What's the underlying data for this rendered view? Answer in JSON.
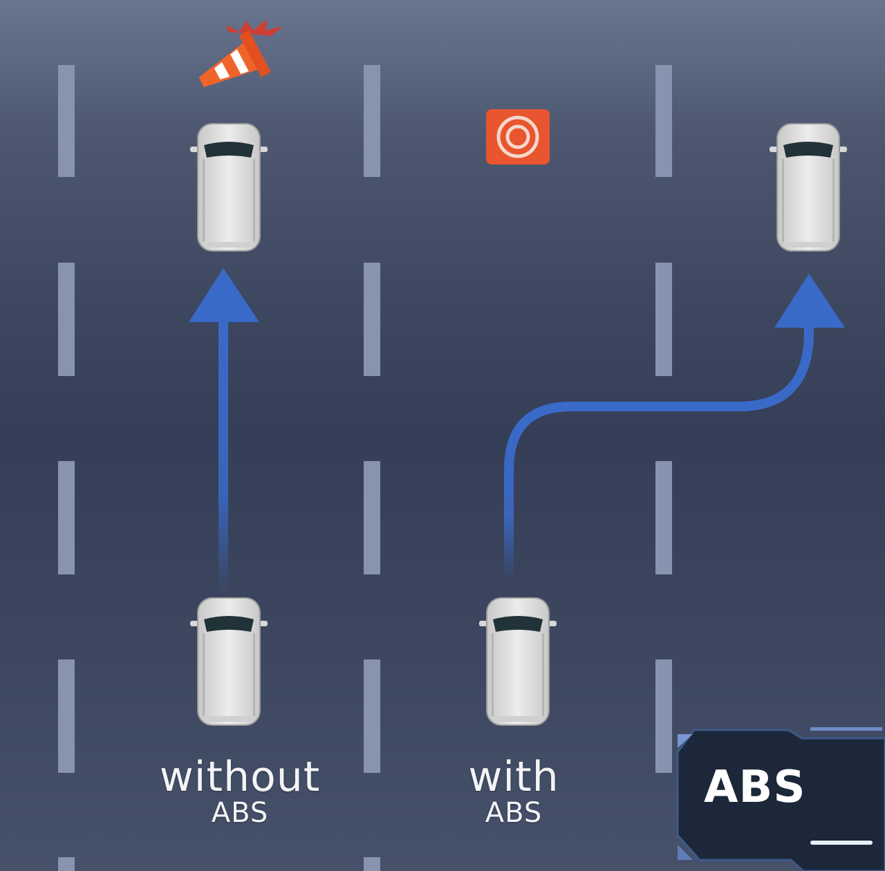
{
  "labels": {
    "without_line1": "without",
    "without_line2": "ABS",
    "with_line1": "with",
    "with_line2": "ABS"
  },
  "badge": {
    "text": "ABS"
  },
  "colors": {
    "arrow": "#3a6ac8",
    "lane_marking": "#8893b0",
    "cone_orange": "#f0642a",
    "warning_orange": "#e8552e",
    "car_body": "#e2e2e2",
    "badge_bg": "#1c2739"
  },
  "icons": [
    "traffic-cone-icon",
    "hazard-target-icon",
    "car-icon",
    "arrow-up-icon",
    "arrow-curve-right-icon"
  ]
}
